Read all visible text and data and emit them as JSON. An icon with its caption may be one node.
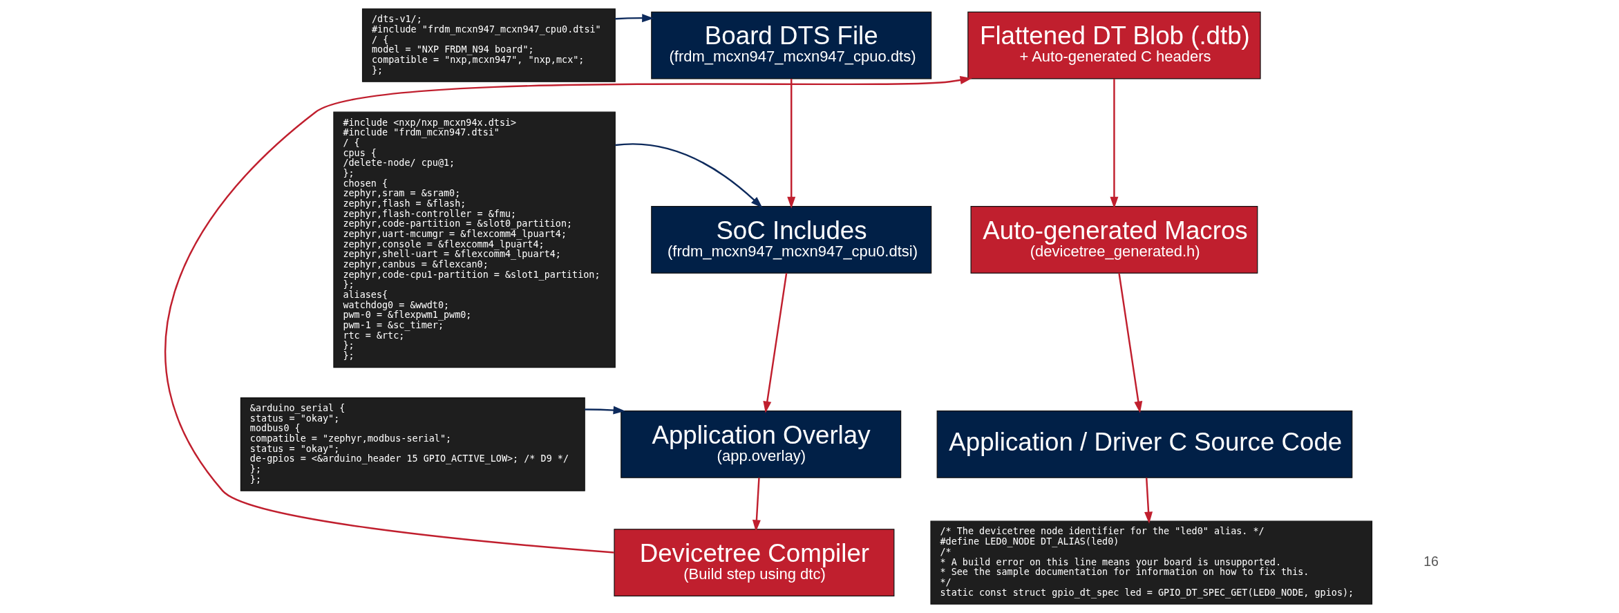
{
  "diagram": {
    "nodes": [
      {
        "text": [
          "/dts-v1/;",
          "#include \"frdm_mcxn947_mcxn947_cpu0.dtsi\"",
          "/ {",
          "model = \"NXP FRDM_N94 board\";",
          "compatible = \"nxp,mcxn947\", \"nxp,mcx\";",
          "};"
        ]
      },
      {
        "text": [
          "#include <nxp/nxp_mcxn94x.dtsi>",
          "#include \"frdm_mcxn947.dtsi\"",
          "/ {",
          "cpus {",
          "/delete-node/ cpu@1;",
          "};",
          "chosen {",
          "zephyr,sram = &sram0;",
          "zephyr,flash = &flash;",
          "zephyr,flash-controller = &fmu;",
          "zephyr,code-partition = &slot0_partition;",
          "zephyr,uart-mcumgr = &flexcomm4_lpuart4;",
          "zephyr,console = &flexcomm4_lpuart4;",
          "zephyr,shell-uart = &flexcomm4_lpuart4;",
          "zephyr,canbus = &flexcan0;",
          "zephyr,code-cpu1-partition = &slot1_partition;",
          "};",
          "aliases{",
          "watchdog0 = &wwdt0;",
          "pwm-0 = &flexpwm1_pwm0;",
          "pwm-1 = &sc_timer;",
          "rtc = &rtc;",
          "};",
          "};"
        ]
      },
      {
        "text": [
          "&arduino_serial {",
          "status = \"okay\";",
          "modbus0 {",
          "compatible = \"zephyr,modbus-serial\";",
          "status = \"okay\";",
          "de-gpios = <&arduino_header 15 GPIO_ACTIVE_LOW>; /* D9 */",
          "};",
          "};"
        ]
      },
      {
        "text": [
          "Board DTS File",
          "(frdm_mcxn947_mcxn947_cpuo.dts)"
        ]
      },
      {
        "text": [
          "SoC Includes",
          "(frdm_mcxn947_mcxn947_cpu0.dtsi)"
        ]
      },
      {
        "text": [
          "Application Overlay",
          "(app.overlay)"
        ]
      },
      {
        "text": [
          "Devicetree Compiler",
          "(Build step using dtc)"
        ]
      },
      {
        "text": [
          "Flattened DT Blob (.dtb)",
          "+ Auto-generated C headers"
        ]
      },
      {
        "text": [
          "Auto-generated Macros",
          "(devicetree_generated.h)"
        ]
      },
      {
        "text": [
          "Application / Driver C Source Code"
        ]
      },
      {
        "text": [
          "/* The devicetree node identifier for the \"led0\" alias. */",
          "#define LED0_NODE DT_ALIAS(led0)",
          "/*",
          "* A build error on this line means your board is unsupported.",
          "* See the sample documentation for information on how to fix this.",
          "*/",
          "static const struct gpio_dt_spec led = GPIO_DT_SPEC_GET(LED0_NODE, gpios);"
        ]
      }
    ],
    "edges": [
      {
        "from": 0,
        "to": 3,
        "arrow": "to",
        "color": "#0d2a5c"
      },
      {
        "from": 1,
        "to": 4,
        "arrow": "to",
        "color": "#0d2a5c"
      },
      {
        "from": 2,
        "to": 5,
        "arrow": "to",
        "color": "#0d2a5c"
      },
      {
        "from": 3,
        "to": 4,
        "arrow": "to"
      },
      {
        "from": 4,
        "to": 5,
        "arrow": "to"
      },
      {
        "from": 5,
        "to": 6,
        "arrow": "to"
      },
      {
        "from": 6,
        "to": 7,
        "arrow": "to"
      },
      {
        "from": 7,
        "to": 8,
        "arrow": "to"
      },
      {
        "from": 8,
        "to": 9,
        "arrow": "to"
      },
      {
        "from": 9,
        "to": 10,
        "arrow": "to"
      }
    ],
    "labels": [
      "16"
    ]
  }
}
